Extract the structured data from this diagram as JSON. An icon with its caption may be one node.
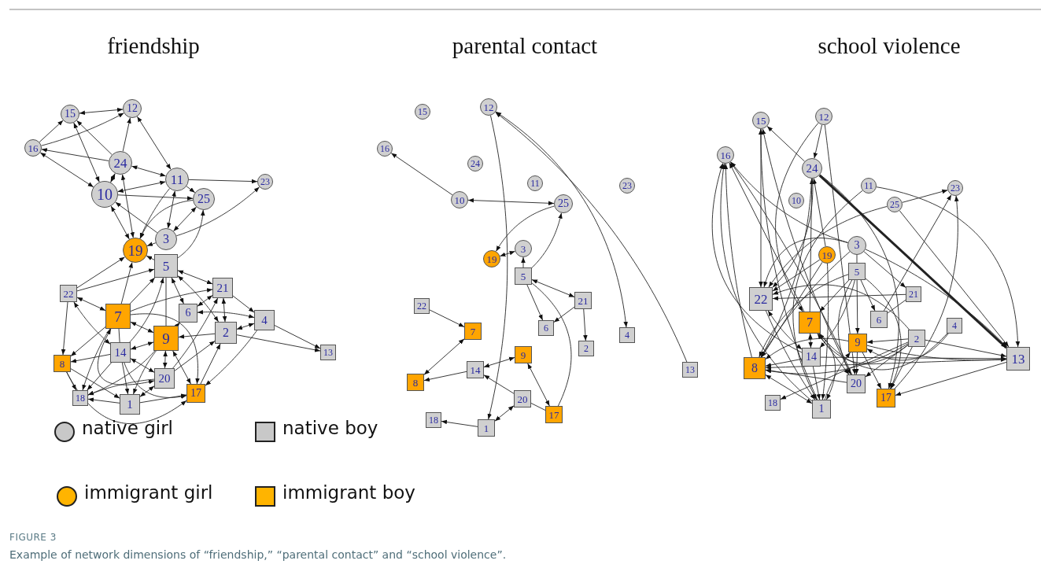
{
  "diagram": {
    "caption": "Example of network dimensions of “friendship,” “parental contact” and “school violence”.",
    "nodes": [
      {
        "text": [
          "12"
        ]
      },
      {
        "text": [
          "15"
        ]
      },
      {
        "text": [
          "16"
        ]
      },
      {
        "text": [
          "24"
        ]
      },
      {
        "text": [
          "11"
        ]
      },
      {
        "text": [
          "23"
        ]
      },
      {
        "text": [
          "10"
        ]
      },
      {
        "text": [
          "25"
        ]
      },
      {
        "text": [
          "3"
        ]
      },
      {
        "text": [
          "19"
        ]
      },
      {
        "text": [
          "5"
        ]
      },
      {
        "text": [
          "21"
        ]
      },
      {
        "text": [
          "22"
        ]
      },
      {
        "text": [
          "6"
        ]
      },
      {
        "text": [
          "7"
        ]
      },
      {
        "text": [
          "4"
        ]
      },
      {
        "text": [
          "2"
        ]
      },
      {
        "text": [
          "9"
        ]
      },
      {
        "text": [
          "13"
        ]
      },
      {
        "text": [
          "14"
        ]
      },
      {
        "text": [
          "8"
        ]
      },
      {
        "text": [
          "20"
        ]
      },
      {
        "text": [
          "17"
        ]
      },
      {
        "text": [
          "18"
        ]
      },
      {
        "text": [
          "1"
        ]
      },
      {
        "text": [
          "12"
        ]
      },
      {
        "text": [
          "15"
        ]
      },
      {
        "text": [
          "16"
        ]
      },
      {
        "text": [
          "24"
        ]
      },
      {
        "text": [
          "11"
        ]
      },
      {
        "text": [
          "23"
        ]
      },
      {
        "text": [
          "10"
        ]
      },
      {
        "text": [
          "25"
        ]
      },
      {
        "text": [
          "3"
        ]
      },
      {
        "text": [
          "19"
        ]
      },
      {
        "text": [
          "5"
        ]
      },
      {
        "text": [
          "21"
        ]
      },
      {
        "text": [
          "22"
        ]
      },
      {
        "text": [
          "6"
        ]
      },
      {
        "text": [
          "7"
        ]
      },
      {
        "text": [
          "4"
        ]
      },
      {
        "text": [
          "2"
        ]
      },
      {
        "text": [
          "9"
        ]
      },
      {
        "text": [
          "13"
        ]
      },
      {
        "text": [
          "14"
        ]
      },
      {
        "text": [
          "8"
        ]
      },
      {
        "text": [
          "20"
        ]
      },
      {
        "text": [
          "17"
        ]
      },
      {
        "text": [
          "18"
        ]
      },
      {
        "text": [
          "1"
        ]
      },
      {
        "text": [
          "12"
        ]
      },
      {
        "text": [
          "15"
        ]
      },
      {
        "text": [
          "16"
        ]
      },
      {
        "text": [
          "24"
        ]
      },
      {
        "text": [
          "11"
        ]
      },
      {
        "text": [
          "23"
        ]
      },
      {
        "text": [
          "10"
        ]
      },
      {
        "text": [
          "25"
        ]
      },
      {
        "text": [
          "3"
        ]
      },
      {
        "text": [
          "19"
        ]
      },
      {
        "text": [
          "5"
        ]
      },
      {
        "text": [
          "21"
        ]
      },
      {
        "text": [
          "22"
        ]
      },
      {
        "text": [
          "6"
        ]
      },
      {
        "text": [
          "7"
        ]
      },
      {
        "text": [
          "4"
        ]
      },
      {
        "text": [
          "2"
        ]
      },
      {
        "text": [
          "9"
        ]
      },
      {
        "text": [
          "13"
        ]
      },
      {
        "text": [
          "14"
        ]
      },
      {
        "text": [
          "8"
        ]
      },
      {
        "text": [
          "20"
        ]
      },
      {
        "text": [
          "17"
        ]
      },
      {
        "text": [
          "18"
        ]
      },
      {
        "text": [
          "1"
        ]
      }
    ],
    "edges": [
      {
        "from": 1,
        "to": 0,
        "arrow": "both"
      },
      {
        "from": 2,
        "to": 1,
        "arrow": "to"
      },
      {
        "from": 2,
        "to": 0,
        "arrow": "to"
      },
      {
        "from": 3,
        "to": 2,
        "arrow": "to"
      },
      {
        "from": 2,
        "to": 6,
        "arrow": "both"
      },
      {
        "from": 1,
        "to": 6,
        "arrow": "both"
      },
      {
        "from": 3,
        "to": 1,
        "arrow": "to"
      },
      {
        "from": 3,
        "to": 0,
        "arrow": "to"
      },
      {
        "from": 0,
        "to": 4,
        "arrow": "both"
      },
      {
        "from": 3,
        "to": 4,
        "arrow": "both"
      },
      {
        "from": 3,
        "to": 6,
        "arrow": "both"
      },
      {
        "from": 4,
        "to": 6,
        "arrow": "both"
      },
      {
        "from": 6,
        "to": 7,
        "arrow": "to"
      },
      {
        "from": 4,
        "to": 7,
        "arrow": "to"
      },
      {
        "from": 4,
        "to": 5,
        "arrow": "to"
      },
      {
        "from": 4,
        "to": 9,
        "arrow": "to"
      },
      {
        "from": 4,
        "to": 8,
        "arrow": "both"
      },
      {
        "from": 6,
        "to": 9,
        "arrow": "both"
      },
      {
        "from": 8,
        "to": 6,
        "arrow": "to"
      },
      {
        "from": 3,
        "to": 9,
        "arrow": "both"
      },
      {
        "from": 7,
        "to": 8,
        "arrow": "both"
      },
      {
        "from": 7,
        "to": 9,
        "arrow": "to"
      },
      {
        "from": 8,
        "to": 5,
        "arrow": "to"
      },
      {
        "from": 10,
        "to": 7,
        "arrow": "to"
      },
      {
        "from": 8,
        "to": 9,
        "arrow": "to"
      },
      {
        "from": 10,
        "to": 9,
        "arrow": "to"
      },
      {
        "from": 12,
        "to": 9,
        "arrow": "to"
      },
      {
        "from": 12,
        "to": 10,
        "arrow": "to"
      },
      {
        "from": 12,
        "to": 14,
        "arrow": "both"
      },
      {
        "from": 12,
        "to": 20,
        "arrow": "to"
      },
      {
        "from": 12,
        "to": 19,
        "arrow": "both"
      },
      {
        "from": 14,
        "to": 9,
        "arrow": "to"
      },
      {
        "from": 14,
        "to": 10,
        "arrow": "to"
      },
      {
        "from": 14,
        "to": 11,
        "arrow": "to"
      },
      {
        "from": 14,
        "to": 17,
        "arrow": "both"
      },
      {
        "from": 14,
        "to": 20,
        "arrow": "to"
      },
      {
        "from": 14,
        "to": 23,
        "arrow": "to"
      },
      {
        "from": 14,
        "to": 19,
        "arrow": "none"
      },
      {
        "from": 14,
        "to": 21,
        "arrow": "both"
      },
      {
        "from": 14,
        "to": 22,
        "arrow": "to"
      },
      {
        "from": 10,
        "to": 11,
        "arrow": "both"
      },
      {
        "from": 10,
        "to": 16,
        "arrow": "both"
      },
      {
        "from": 10,
        "to": 13,
        "arrow": "both"
      },
      {
        "from": 10,
        "to": 17,
        "arrow": "none"
      },
      {
        "from": 19,
        "to": 10,
        "arrow": "to"
      },
      {
        "from": 11,
        "to": 13,
        "arrow": "both"
      },
      {
        "from": 11,
        "to": 16,
        "arrow": "both"
      },
      {
        "from": 11,
        "to": 15,
        "arrow": "to"
      },
      {
        "from": 13,
        "to": 15,
        "arrow": "both"
      },
      {
        "from": 16,
        "to": 15,
        "arrow": "both"
      },
      {
        "from": 16,
        "to": 17,
        "arrow": "to"
      },
      {
        "from": 17,
        "to": 13,
        "arrow": "to"
      },
      {
        "from": 15,
        "to": 18,
        "arrow": "to"
      },
      {
        "from": 16,
        "to": 18,
        "arrow": "to"
      },
      {
        "from": 15,
        "to": 22,
        "arrow": "to"
      },
      {
        "from": 22,
        "to": 16,
        "arrow": "to"
      },
      {
        "from": 17,
        "to": 19,
        "arrow": "both"
      },
      {
        "from": 17,
        "to": 21,
        "arrow": "both"
      },
      {
        "from": 17,
        "to": 22,
        "arrow": "both"
      },
      {
        "from": 17,
        "to": 24,
        "arrow": "to"
      },
      {
        "from": 19,
        "to": 20,
        "arrow": "to"
      },
      {
        "from": 19,
        "to": 21,
        "arrow": "both"
      },
      {
        "from": 19,
        "to": 22,
        "arrow": "to"
      },
      {
        "from": 19,
        "to": 24,
        "arrow": "to"
      },
      {
        "from": 19,
        "to": 23,
        "arrow": "to"
      },
      {
        "from": 20,
        "to": 23,
        "arrow": "to"
      },
      {
        "from": 20,
        "to": 24,
        "arrow": "to"
      },
      {
        "from": 20,
        "to": 22,
        "arrow": "to"
      },
      {
        "from": 21,
        "to": 23,
        "arrow": "to"
      },
      {
        "from": 21,
        "to": 24,
        "arrow": "both"
      },
      {
        "from": 21,
        "to": 11,
        "arrow": "to"
      },
      {
        "from": 21,
        "to": 16,
        "arrow": "to"
      },
      {
        "from": 24,
        "to": 23,
        "arrow": "to"
      },
      {
        "from": 24,
        "to": 22,
        "arrow": "to"
      },
      {
        "from": 17,
        "to": 23,
        "arrow": "to"
      },
      {
        "from": 31,
        "to": 27,
        "arrow": "to"
      },
      {
        "from": 31,
        "to": 32,
        "arrow": "both"
      },
      {
        "from": 25,
        "to": 49,
        "arrow": "to"
      },
      {
        "from": 25,
        "to": 40,
        "arrow": "both"
      },
      {
        "from": 43,
        "to": 25,
        "arrow": "to"
      },
      {
        "from": 32,
        "to": 34,
        "arrow": "to"
      },
      {
        "from": 34,
        "to": 33,
        "arrow": "both"
      },
      {
        "from": 35,
        "to": 33,
        "arrow": "to"
      },
      {
        "from": 35,
        "to": 32,
        "arrow": "to"
      },
      {
        "from": 35,
        "to": 36,
        "arrow": "both"
      },
      {
        "from": 35,
        "to": 38,
        "arrow": "to"
      },
      {
        "from": 36,
        "to": 38,
        "arrow": "to"
      },
      {
        "from": 36,
        "to": 41,
        "arrow": "to"
      },
      {
        "from": 35,
        "to": 47,
        "arrow": "none"
      },
      {
        "from": 37,
        "to": 39,
        "arrow": "to"
      },
      {
        "from": 39,
        "to": 45,
        "arrow": "both"
      },
      {
        "from": 44,
        "to": 45,
        "arrow": "to"
      },
      {
        "from": 44,
        "to": 42,
        "arrow": "both"
      },
      {
        "from": 42,
        "to": 47,
        "arrow": "both"
      },
      {
        "from": 46,
        "to": 44,
        "arrow": "to"
      },
      {
        "from": 46,
        "to": 49,
        "arrow": "both"
      },
      {
        "from": 46,
        "to": 47,
        "arrow": "none"
      },
      {
        "from": 49,
        "to": 48,
        "arrow": "to"
      },
      {
        "from": 50,
        "to": 53,
        "arrow": "to"
      },
      {
        "from": 50,
        "to": 64,
        "arrow": "to"
      },
      {
        "from": 50,
        "to": 71,
        "arrow": "to"
      },
      {
        "from": 53,
        "to": 51,
        "arrow": "to"
      },
      {
        "from": 58,
        "to": 52,
        "arrow": "to"
      },
      {
        "from": 70,
        "to": 52,
        "arrow": "to"
      },
      {
        "from": 64,
        "to": 52,
        "arrow": "to"
      },
      {
        "from": 69,
        "to": 52,
        "arrow": "to"
      },
      {
        "from": 71,
        "to": 52,
        "arrow": "to"
      },
      {
        "from": 74,
        "to": 52,
        "arrow": "to"
      },
      {
        "from": 62,
        "to": 51,
        "arrow": "both"
      },
      {
        "from": 71,
        "to": 51,
        "arrow": "to"
      },
      {
        "from": 74,
        "to": 51,
        "arrow": "to"
      },
      {
        "from": 64,
        "to": 53,
        "arrow": "to"
      },
      {
        "from": 59,
        "to": 53,
        "arrow": "to"
      },
      {
        "from": 53,
        "to": 62,
        "arrow": "to"
      },
      {
        "from": 53,
        "to": 70,
        "arrow": "to"
      },
      {
        "from": 53,
        "to": 68,
        "arrow": "to",
        "style": "thick"
      },
      {
        "from": 53,
        "to": 72,
        "arrow": "to"
      },
      {
        "from": 54,
        "to": 74,
        "arrow": "to"
      },
      {
        "from": 54,
        "to": 68,
        "arrow": "to"
      },
      {
        "from": 57,
        "to": 68,
        "arrow": "to"
      },
      {
        "from": 57,
        "to": 62,
        "arrow": "to"
      },
      {
        "from": 57,
        "to": 55,
        "arrow": "to"
      },
      {
        "from": 63,
        "to": 55,
        "arrow": "to"
      },
      {
        "from": 72,
        "to": 55,
        "arrow": "to"
      },
      {
        "from": 58,
        "to": 62,
        "arrow": "to"
      },
      {
        "from": 58,
        "to": 70,
        "arrow": "to"
      },
      {
        "from": 58,
        "to": 60,
        "arrow": "none"
      },
      {
        "from": 58,
        "to": 61,
        "arrow": "to"
      },
      {
        "from": 58,
        "to": 68,
        "arrow": "to"
      },
      {
        "from": 59,
        "to": 62,
        "arrow": "to"
      },
      {
        "from": 59,
        "to": 70,
        "arrow": "to"
      },
      {
        "from": 59,
        "to": 74,
        "arrow": "to"
      },
      {
        "from": 60,
        "to": 64,
        "arrow": "to"
      },
      {
        "from": 60,
        "to": 70,
        "arrow": "to"
      },
      {
        "from": 60,
        "to": 67,
        "arrow": "to"
      },
      {
        "from": 60,
        "to": 72,
        "arrow": "to"
      },
      {
        "from": 60,
        "to": 63,
        "arrow": "to"
      },
      {
        "from": 60,
        "to": 71,
        "arrow": "to"
      },
      {
        "from": 60,
        "to": 69,
        "arrow": "to"
      },
      {
        "from": 61,
        "to": 62,
        "arrow": "to"
      },
      {
        "from": 61,
        "to": 63,
        "arrow": "none"
      },
      {
        "from": 65,
        "to": 64,
        "arrow": "to"
      },
      {
        "from": 65,
        "to": 67,
        "arrow": "to"
      },
      {
        "from": 66,
        "to": 62,
        "arrow": "to"
      },
      {
        "from": 66,
        "to": 64,
        "arrow": "to"
      },
      {
        "from": 66,
        "to": 67,
        "arrow": "to"
      },
      {
        "from": 66,
        "to": 68,
        "arrow": "to"
      },
      {
        "from": 66,
        "to": 70,
        "arrow": "to"
      },
      {
        "from": 66,
        "to": 71,
        "arrow": "to"
      },
      {
        "from": 66,
        "to": 72,
        "arrow": "to"
      },
      {
        "from": 66,
        "to": 73,
        "arrow": "to"
      },
      {
        "from": 67,
        "to": 70,
        "arrow": "to"
      },
      {
        "from": 67,
        "to": 68,
        "arrow": "to"
      },
      {
        "from": 67,
        "to": 71,
        "arrow": "to"
      },
      {
        "from": 67,
        "to": 72,
        "arrow": "to"
      },
      {
        "from": 69,
        "to": 64,
        "arrow": "both"
      },
      {
        "from": 69,
        "to": 62,
        "arrow": "both"
      },
      {
        "from": 69,
        "to": 70,
        "arrow": "to"
      },
      {
        "from": 69,
        "to": 74,
        "arrow": "to"
      },
      {
        "from": 69,
        "to": 68,
        "arrow": "to"
      },
      {
        "from": 70,
        "to": 74,
        "arrow": "both"
      },
      {
        "from": 68,
        "to": 70,
        "arrow": "to"
      },
      {
        "from": 71,
        "to": 70,
        "arrow": "to"
      },
      {
        "from": 68,
        "to": 72,
        "arrow": "to"
      },
      {
        "from": 64,
        "to": 71,
        "arrow": "to"
      },
      {
        "from": 64,
        "to": 74,
        "arrow": "to"
      },
      {
        "from": 62,
        "to": 74,
        "arrow": "to"
      },
      {
        "from": 74,
        "to": 67,
        "arrow": "to"
      }
    ],
    "labels": [
      "friendship",
      "parental contact",
      "school violence",
      "FIGURE 3"
    ],
    "legend": [
      {
        "text": "native girl"
      },
      {
        "text": "native boy"
      },
      {
        "text": "immigrant girl"
      },
      {
        "text": "immigrant boy"
      }
    ]
  }
}
